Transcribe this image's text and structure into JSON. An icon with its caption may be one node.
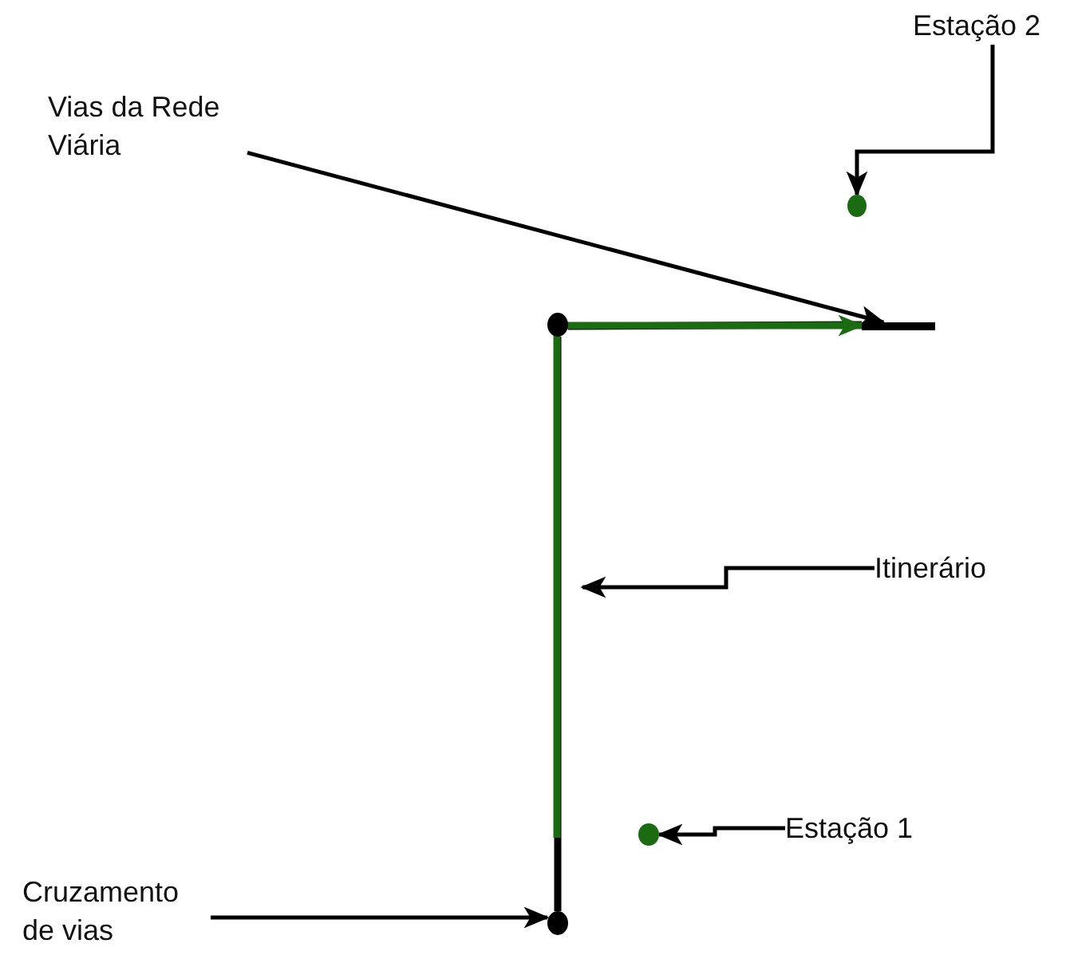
{
  "diagram": {
    "nodes": [
      {
        "text": [
          "Vias da Rede Viária"
        ]
      },
      {
        "text": [
          "Estação 2"
        ]
      },
      {
        "text": [
          "Itinerário"
        ]
      },
      {
        "text": [
          "Estação 1"
        ]
      },
      {
        "text": [
          "Cruzamento de vias"
        ]
      },
      {
        "text": [],
        "shape": "circle"
      },
      {
        "text": [],
        "shape": "circle"
      },
      {
        "text": [],
        "shape": "bar"
      },
      {
        "text": [],
        "shape": "circle"
      },
      {
        "text": [],
        "shape": "circle"
      }
    ],
    "edges": [
      {
        "from": 0,
        "to": 7,
        "arrow": "to"
      },
      {
        "from": 1,
        "to": 5,
        "arrow": "to"
      },
      {
        "from": 2,
        "to": null,
        "arrow": "to"
      },
      {
        "from": 3,
        "to": 6,
        "arrow": "to"
      },
      {
        "from": 4,
        "to": 8,
        "arrow": "to"
      },
      {
        "from": null,
        "to": 7,
        "arrow": "to",
        "style": "thick",
        "color": "#1b6b12"
      },
      {
        "from": 8,
        "to": 9,
        "arrow": "none",
        "style": "thick"
      },
      {
        "from": 9,
        "to": 7,
        "arrow": "none",
        "style": "thick"
      }
    ]
  }
}
